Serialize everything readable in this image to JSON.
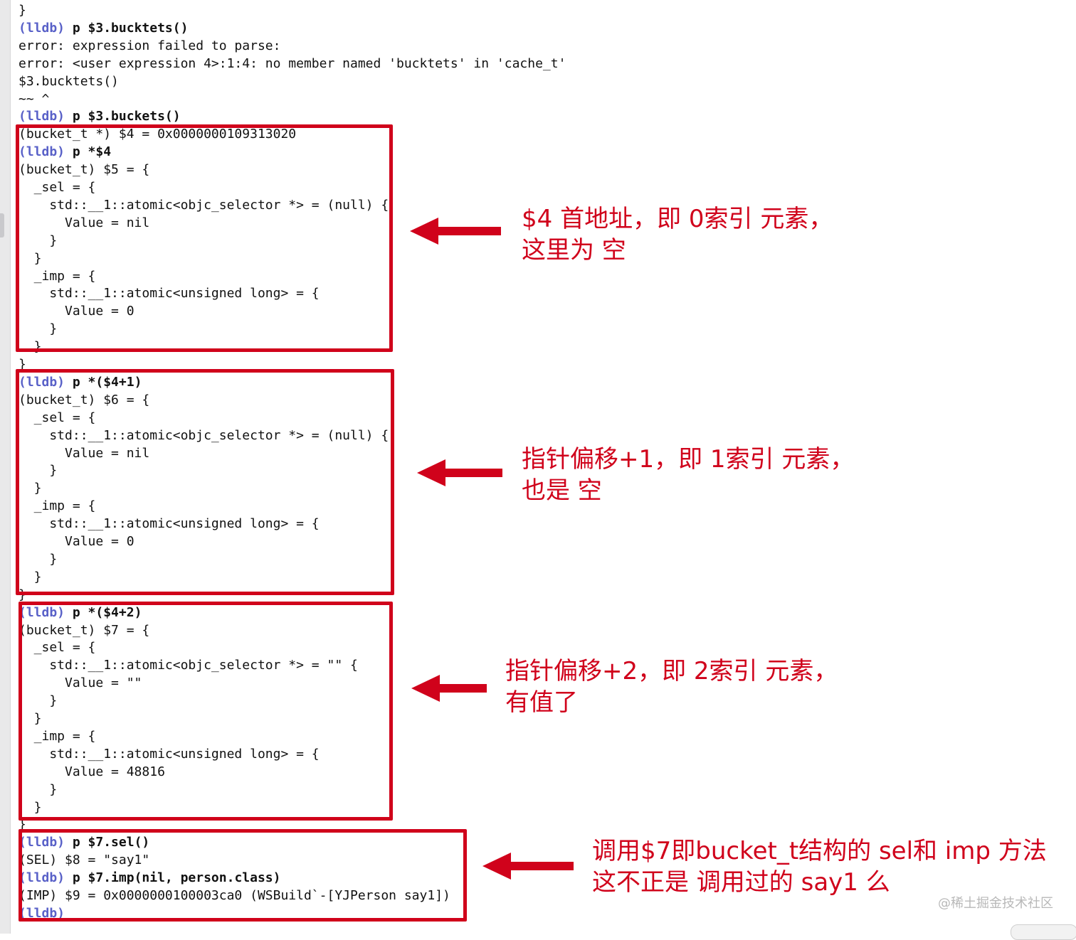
{
  "terminal": {
    "lines": [
      {
        "prompt": "",
        "text": "}"
      },
      {
        "prompt": "(lldb)",
        "text": " p $3.bucktets()"
      },
      {
        "prompt": "",
        "text": "error: expression failed to parse:"
      },
      {
        "prompt": "",
        "text": "error: <user expression 4>:1:4: no member named 'bucktets' in 'cache_t'"
      },
      {
        "prompt": "",
        "text": "$3.bucktets()"
      },
      {
        "prompt": "",
        "text": "~~ ^"
      },
      {
        "prompt": "(lldb)",
        "text": " p $3.buckets()"
      },
      {
        "prompt": "",
        "text": "(bucket_t *) $4 = 0x0000000109313020"
      },
      {
        "prompt": "(lldb)",
        "text": " p *$4"
      },
      {
        "prompt": "",
        "text": "(bucket_t) $5 = {"
      },
      {
        "prompt": "",
        "text": "  _sel = {"
      },
      {
        "prompt": "",
        "text": "    std::__1::atomic<objc_selector *> = (null) {"
      },
      {
        "prompt": "",
        "text": "      Value = nil"
      },
      {
        "prompt": "",
        "text": "    }"
      },
      {
        "prompt": "",
        "text": "  }"
      },
      {
        "prompt": "",
        "text": "  _imp = {"
      },
      {
        "prompt": "",
        "text": "    std::__1::atomic<unsigned long> = {"
      },
      {
        "prompt": "",
        "text": "      Value = 0"
      },
      {
        "prompt": "",
        "text": "    }"
      },
      {
        "prompt": "",
        "text": "  }"
      },
      {
        "prompt": "",
        "text": "}"
      },
      {
        "prompt": "(lldb)",
        "text": " p *($4+1)"
      },
      {
        "prompt": "",
        "text": "(bucket_t) $6 = {"
      },
      {
        "prompt": "",
        "text": "  _sel = {"
      },
      {
        "prompt": "",
        "text": "    std::__1::atomic<objc_selector *> = (null) {"
      },
      {
        "prompt": "",
        "text": "      Value = nil"
      },
      {
        "prompt": "",
        "text": "    }"
      },
      {
        "prompt": "",
        "text": "  }"
      },
      {
        "prompt": "",
        "text": "  _imp = {"
      },
      {
        "prompt": "",
        "text": "    std::__1::atomic<unsigned long> = {"
      },
      {
        "prompt": "",
        "text": "      Value = 0"
      },
      {
        "prompt": "",
        "text": "    }"
      },
      {
        "prompt": "",
        "text": "  }"
      },
      {
        "prompt": "",
        "text": "}"
      },
      {
        "prompt": "(lldb)",
        "text": " p *($4+2)"
      },
      {
        "prompt": "",
        "text": "(bucket_t) $7 = {"
      },
      {
        "prompt": "",
        "text": "  _sel = {"
      },
      {
        "prompt": "",
        "text": "    std::__1::atomic<objc_selector *> = \"\" {"
      },
      {
        "prompt": "",
        "text": "      Value = \"\""
      },
      {
        "prompt": "",
        "text": "    }"
      },
      {
        "prompt": "",
        "text": "  }"
      },
      {
        "prompt": "",
        "text": "  _imp = {"
      },
      {
        "prompt": "",
        "text": "    std::__1::atomic<unsigned long> = {"
      },
      {
        "prompt": "",
        "text": "      Value = 48816"
      },
      {
        "prompt": "",
        "text": "    }"
      },
      {
        "prompt": "",
        "text": "  }"
      },
      {
        "prompt": "",
        "text": "}"
      },
      {
        "prompt": "(lldb)",
        "text": " p $7.sel()"
      },
      {
        "prompt": "",
        "text": "(SEL) $8 = \"say1\""
      },
      {
        "prompt": "(lldb)",
        "text": " p $7.imp(nil, person.class)"
      },
      {
        "prompt": "",
        "text": "(IMP) $9 = 0x0000000100003ca0 (WSBuild`-[YJPerson say1])"
      },
      {
        "prompt": "(lldb)",
        "text": ""
      }
    ]
  },
  "annotations": [
    {
      "text": "$4 首地址，即 0索引 元素，\n这里为 空"
    },
    {
      "text": "指针偏移+1，即 1索引 元素，\n也是 空"
    },
    {
      "text": "指针偏移+2，即 2索引 元素，\n有值了"
    },
    {
      "text": "调用$7即bucket_t结构的 sel和 imp 方法\n这不正是 调用过的 say1 么"
    }
  ],
  "watermark": "@稀土掘金技术社区",
  "colors": {
    "annotation": "#d0021b",
    "prompt": "#5961c8",
    "text": "#111111"
  }
}
